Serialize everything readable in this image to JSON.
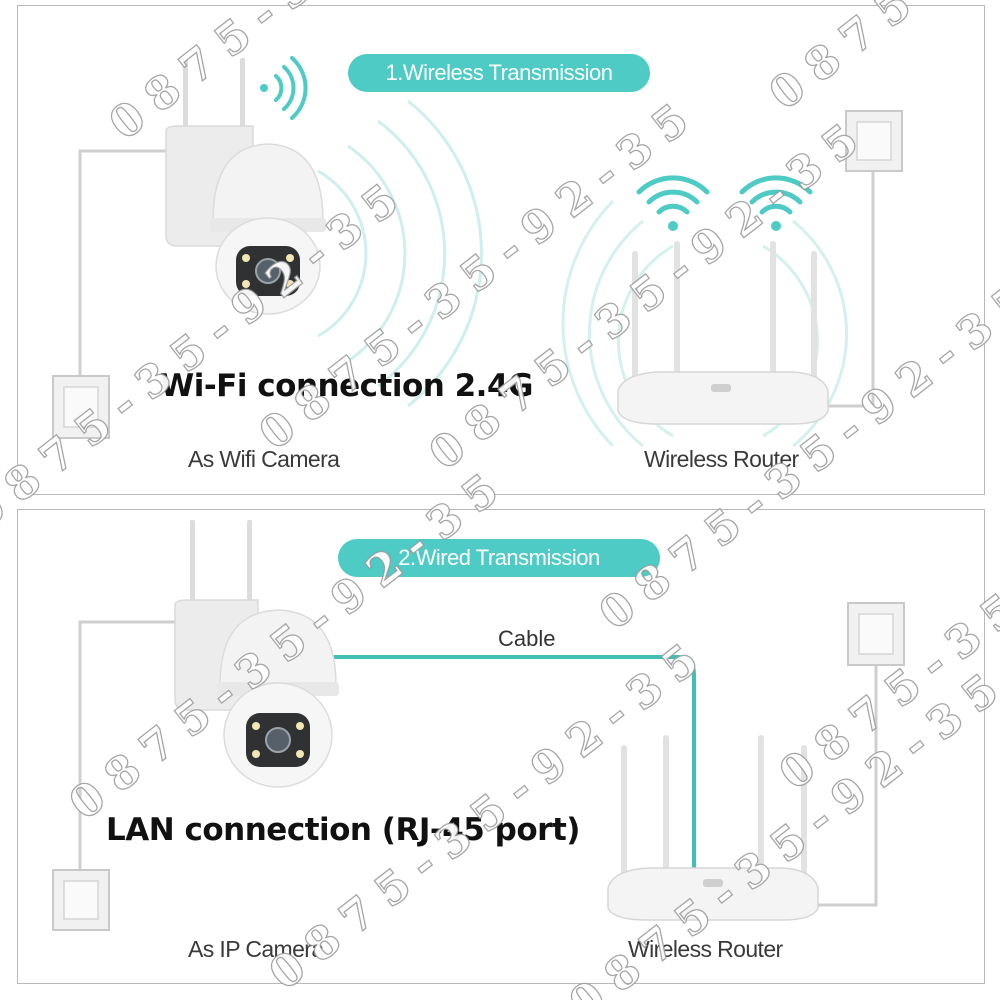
{
  "colors": {
    "accent": "#4dcbc4",
    "cable": "#3fbfb5",
    "text_dark": "#111111"
  },
  "section1": {
    "pill": "1.Wireless Transmission",
    "headline": "Wi-Fi connection 2.4G",
    "camera_caption": "As Wifi Camera",
    "router_caption": "Wireless Router"
  },
  "section2": {
    "pill": "2.Wired Transmission",
    "cable_label": "Cable",
    "headline": "LAN connection (RJ-45 port)",
    "camera_caption": "As IP Camera",
    "router_caption": "Wireless Router"
  },
  "watermark": {
    "text": "0875-35-92-35"
  },
  "icons": [
    "ptz-camera-icon",
    "wifi-signal-icon",
    "wireless-router-icon",
    "wall-outlet-icon",
    "ethernet-cable"
  ]
}
